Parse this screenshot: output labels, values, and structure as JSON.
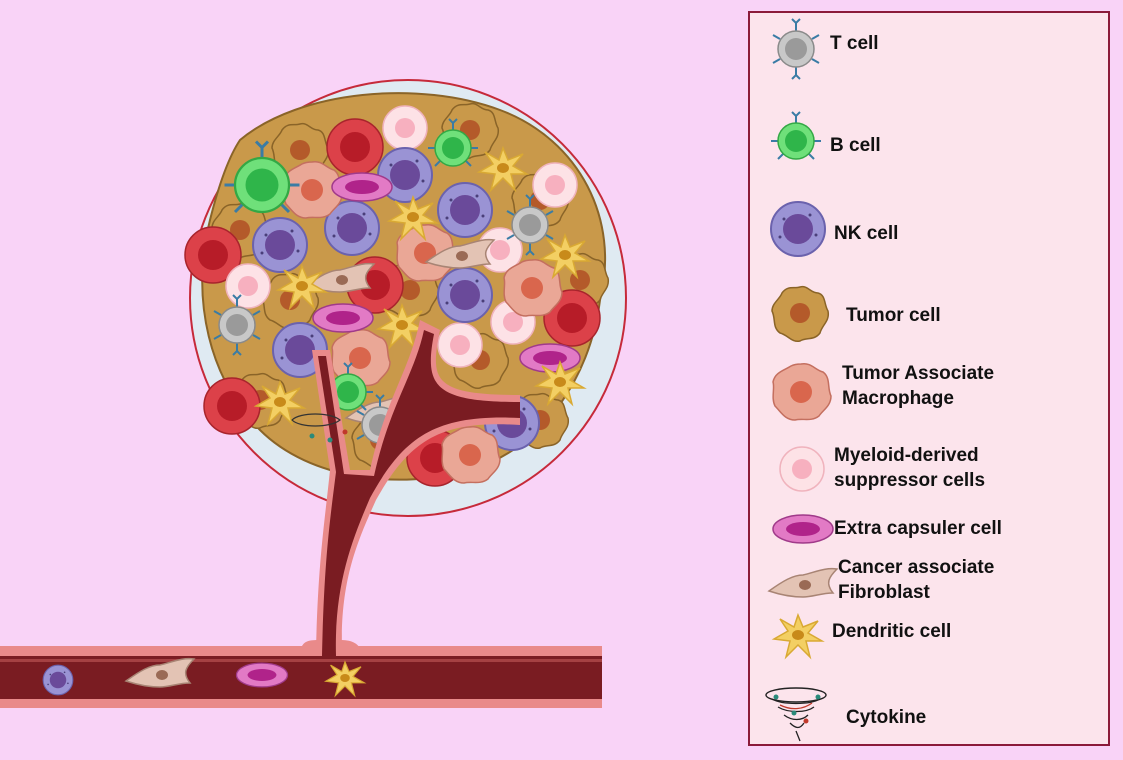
{
  "legend": {
    "items": [
      {
        "label": "T cell"
      },
      {
        "label": "B  cell"
      },
      {
        "label": "NK cell"
      },
      {
        "label": "Tumor cell"
      },
      {
        "label": "Tumor Associate\nMacrophage"
      },
      {
        "label": "Myeloid-derived\nsuppressor cells"
      },
      {
        "label": "Extra capsuler cell"
      },
      {
        "label": "Cancer associate\nFibroblast"
      },
      {
        "label": "Dendritic cell"
      },
      {
        "label": "Cytokine"
      }
    ]
  },
  "colors": {
    "background": "#f9d3f7",
    "legend_bg": "#fce4ec",
    "legend_border": "#8b1a3a",
    "vessel": "#7a1c22",
    "vessel_edge": "#e98a8a",
    "tumor": "#c9994a",
    "red_cell": "#d63b45",
    "b_cell": "#59d66a",
    "t_cell": "#b8b8b8",
    "nk_cell": "#8e88c9",
    "mdsc": "#fbd0d6",
    "macrophage": "#e9a393",
    "extra_capsular": "#d96ab8",
    "fibroblast": "#e3c3b4",
    "dendritic": "#f3cf63"
  }
}
